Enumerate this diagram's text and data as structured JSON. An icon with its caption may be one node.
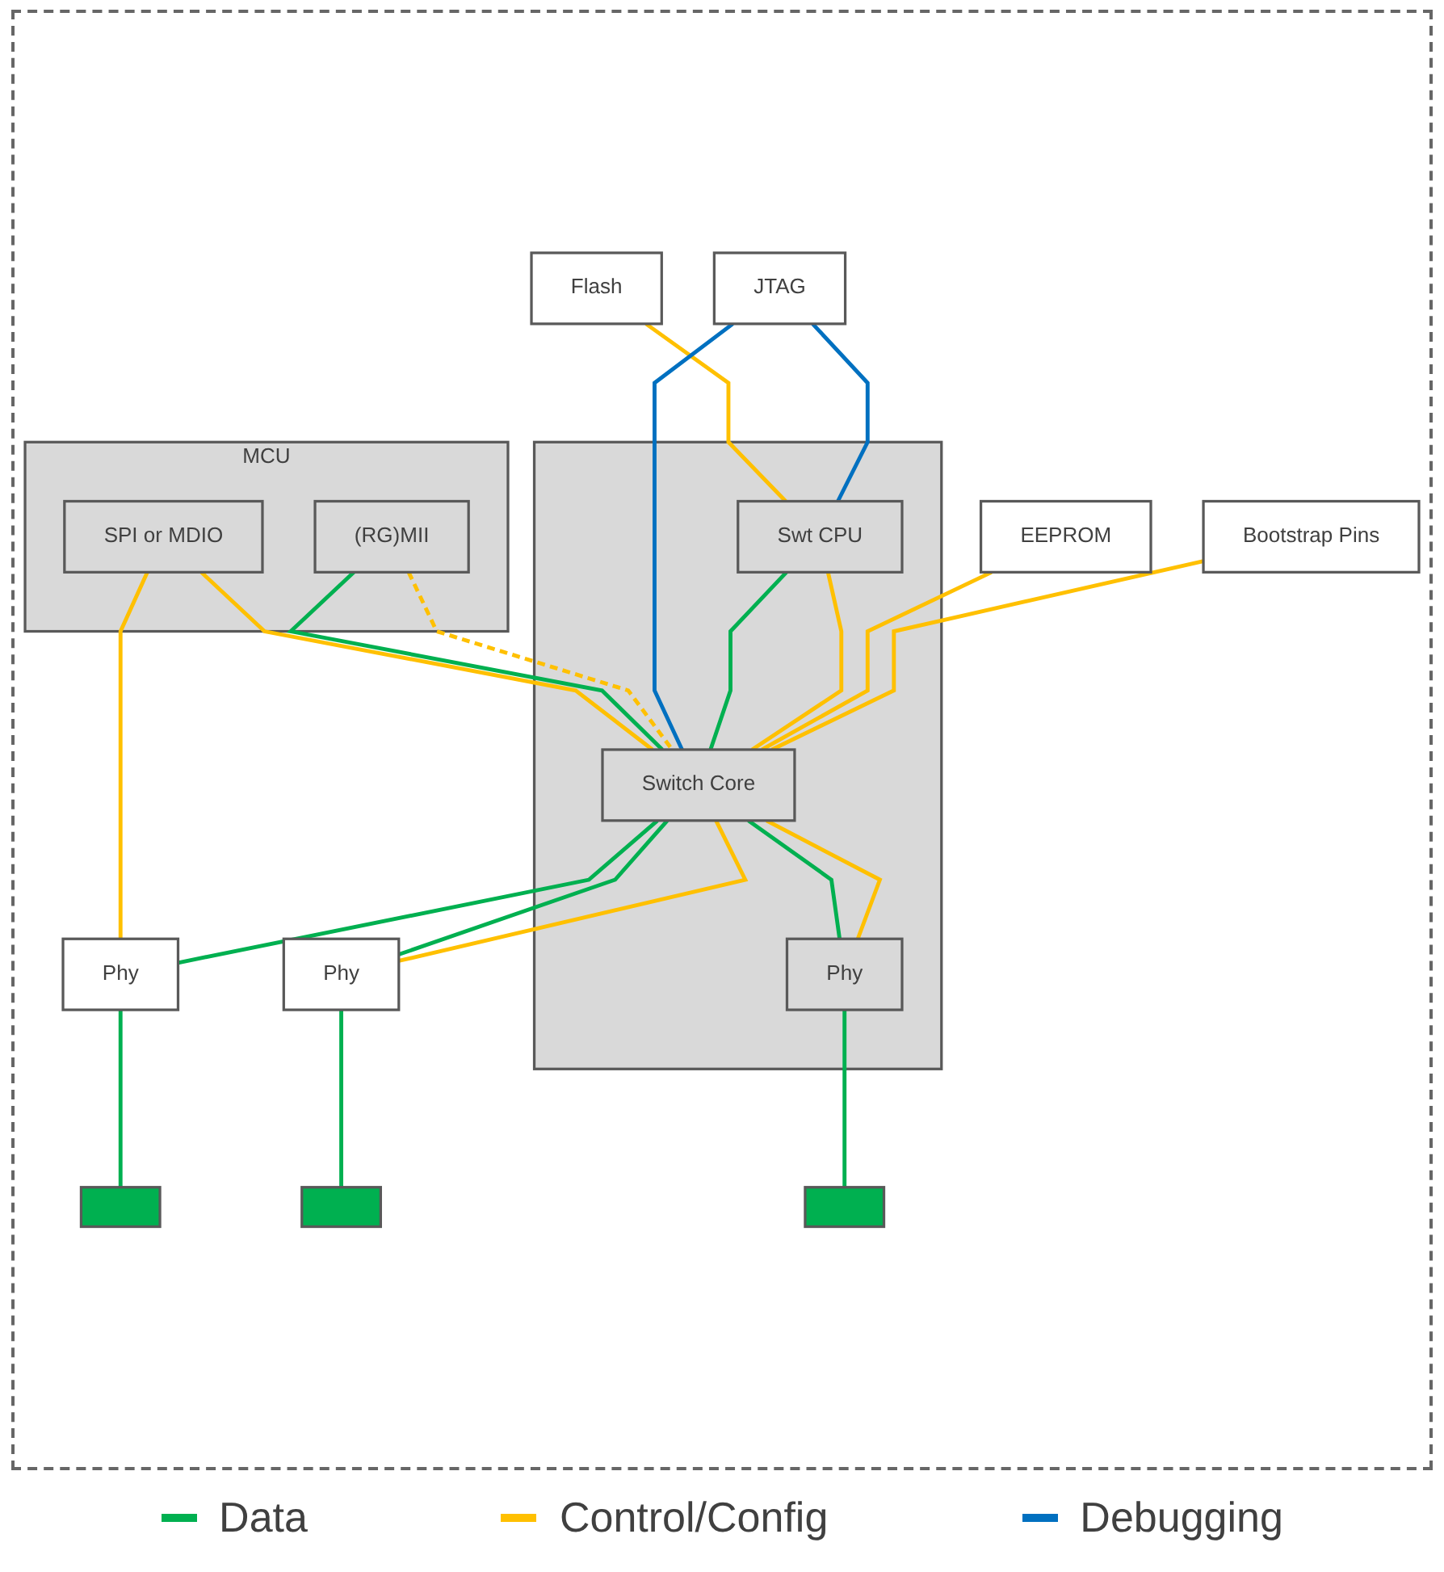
{
  "diagram": {
    "nodes": [
      {
        "text": [
          "MCU"
        ]
      },
      {
        "text": [
          "SPI or MDIO"
        ],
        "in": 0
      },
      {
        "text": [
          "(RG)MII"
        ],
        "in": 0
      },
      {
        "text": [
          "Flash"
        ]
      },
      {
        "text": [],
        "shape": "box"
      },
      {
        "text": [
          "Swt CPU"
        ],
        "in": 4
      },
      {
        "text": [
          "JTAG"
        ]
      },
      {
        "text": [
          "Switch Core"
        ],
        "in": 4
      },
      {
        "text": [
          "EEPROM"
        ]
      },
      {
        "text": [
          "Bootstrap Pins"
        ]
      },
      {
        "text": [
          "Phy"
        ],
        "in": 4
      },
      {
        "text": [
          "Phy"
        ]
      },
      {
        "text": [
          "Phy"
        ]
      },
      {
        "text": [],
        "shape": "box"
      },
      {
        "text": [],
        "shape": "box"
      },
      {
        "text": [],
        "shape": "box"
      }
    ],
    "edges": [
      {
        "from": 1,
        "to": 11,
        "arrow": "none"
      },
      {
        "from": 1,
        "to": 7,
        "arrow": "none"
      },
      {
        "from": 2,
        "to": 7,
        "arrow": "none",
        "color": "#00b050"
      },
      {
        "from": 2,
        "to": 7,
        "arrow": "none",
        "style": "dashed"
      },
      {
        "from": 3,
        "to": 5,
        "arrow": "none"
      },
      {
        "from": 6,
        "to": 5,
        "arrow": "none",
        "color": "#0070c0"
      },
      {
        "from": 6,
        "to": 7,
        "arrow": "none",
        "color": "#0070c0"
      },
      {
        "from": 5,
        "to": 7,
        "arrow": "none",
        "color": "#00b050"
      },
      {
        "from": 5,
        "to": 7,
        "arrow": "none"
      },
      {
        "from": 8,
        "to": 7,
        "arrow": "none"
      },
      {
        "from": 9,
        "to": 7,
        "arrow": "none"
      },
      {
        "from": 7,
        "to": 11,
        "arrow": "none",
        "color": "#00b050"
      },
      {
        "from": 7,
        "to": 12,
        "arrow": "none",
        "color": "#00b050"
      },
      {
        "from": 7,
        "to": 12,
        "arrow": "none"
      },
      {
        "from": 7,
        "to": 10,
        "arrow": "none",
        "color": "#00b050"
      },
      {
        "from": 7,
        "to": 10,
        "arrow": "none"
      },
      {
        "from": 11,
        "to": 13,
        "arrow": "none",
        "color": "#00b050"
      },
      {
        "from": 12,
        "to": 14,
        "arrow": "none",
        "color": "#00b050"
      },
      {
        "from": 10,
        "to": 15,
        "arrow": "none",
        "color": "#00b050"
      }
    ],
    "legend": [
      {
        "text": "Data",
        "color": "#00b050"
      },
      {
        "text": "Control/Config",
        "color": "#ffc000"
      },
      {
        "text": "Debugging",
        "color": "#0070c0"
      }
    ]
  }
}
